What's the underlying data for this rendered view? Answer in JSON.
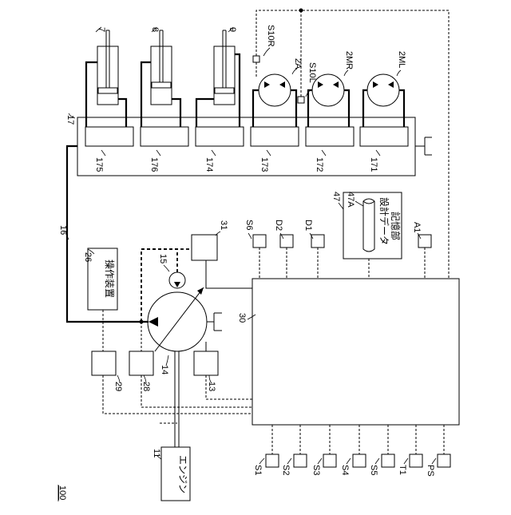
{
  "figure_number": "100",
  "labels": {
    "engine": "エンジン",
    "operating_device": "操作装置",
    "design_storage_line1": "設計データ",
    "design_storage_line2": "記憶部",
    "n11": "11",
    "n13": "13",
    "n14": "14",
    "n15": "15",
    "n16": "16",
    "n17": "17",
    "n26": "26",
    "n28": "28",
    "n29": "29",
    "n30": "30",
    "n31": "31",
    "n47": "47",
    "n47A": "47A",
    "n7": "7",
    "n8": "8",
    "n9": "9",
    "n171": "171",
    "n172": "172",
    "n173": "173",
    "n174": "174",
    "n175": "175",
    "n176": "176",
    "n2A": "2A",
    "n2MR": "2MR",
    "n2ML": "2ML",
    "S10R": "S10R",
    "S10L": "S10L",
    "S6": "S6",
    "D2": "D2",
    "D1": "D1",
    "A1": "A1",
    "S1": "S1",
    "S2": "S2",
    "S3": "S3",
    "S4": "S4",
    "S5": "S5",
    "T1": "T1",
    "PS": "PS"
  }
}
